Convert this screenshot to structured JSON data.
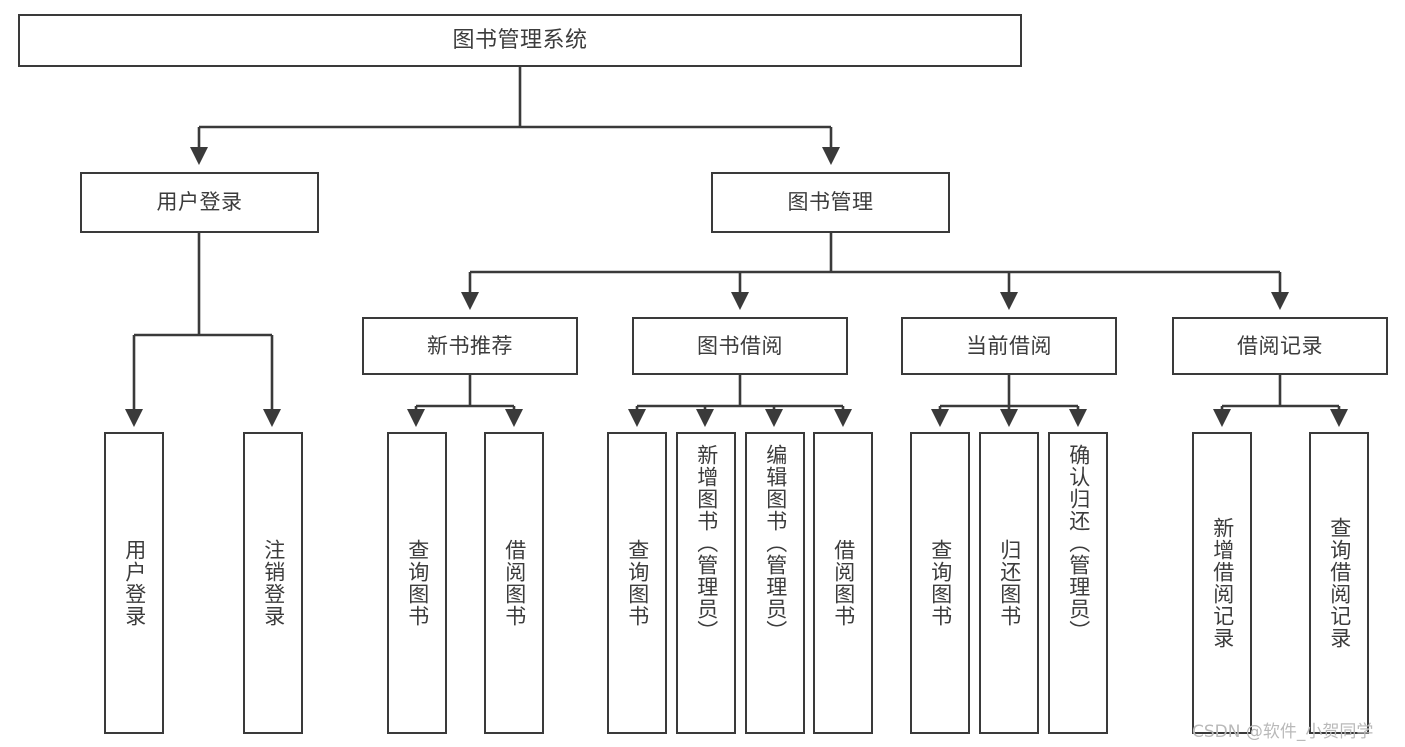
{
  "diagram": {
    "title": "图书管理系统",
    "type": "tree-hierarchy",
    "root": {
      "label": "图书管理系统"
    },
    "level2": [
      {
        "label": "用户登录"
      },
      {
        "label": "图书管理"
      }
    ],
    "level3": [
      {
        "label": "新书推荐"
      },
      {
        "label": "图书借阅"
      },
      {
        "label": "当前借阅"
      },
      {
        "label": "借阅记录"
      }
    ],
    "leaves": {
      "user_login": [
        {
          "label": "用户登录"
        },
        {
          "label": "注销登录"
        }
      ],
      "new_book_recommend": [
        {
          "label": "查询图书"
        },
        {
          "label": "借阅图书"
        }
      ],
      "book_borrow": [
        {
          "label": "查询图书"
        },
        {
          "label": "新增图书（管理员）"
        },
        {
          "label": "编辑图书（管理员）"
        },
        {
          "label": "借阅图书"
        }
      ],
      "current_borrow": [
        {
          "label": "查询图书"
        },
        {
          "label": "归还图书"
        },
        {
          "label": "确认归还（管理员）"
        }
      ],
      "borrow_record": [
        {
          "label": "新增借阅记录"
        },
        {
          "label": "查询借阅记录"
        }
      ]
    }
  },
  "watermark": {
    "text": "CSDN @软件_小贺同学"
  },
  "colors": {
    "stroke": "#3a3a3a",
    "text": "#3c3c3c",
    "background": "#ffffff",
    "watermark": "#b9b9b9"
  }
}
